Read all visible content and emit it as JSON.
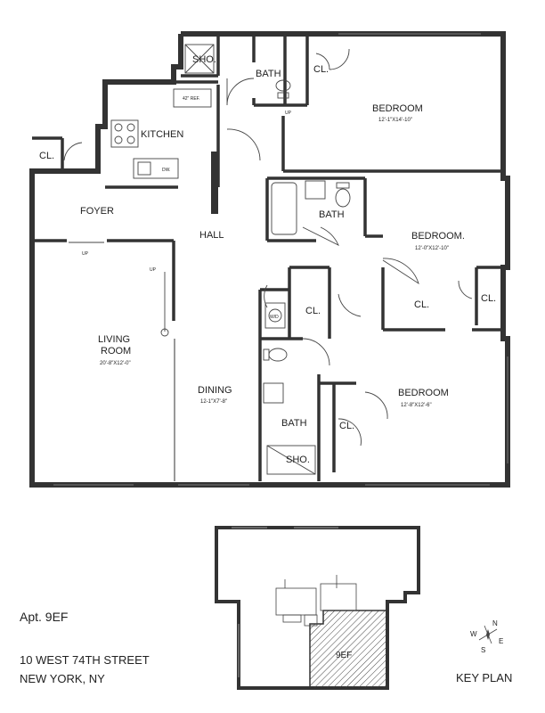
{
  "rooms": {
    "sho1": "SHO.",
    "bath1": "BATH",
    "cl1": "CL.",
    "bedroom1": "BEDROOM",
    "bedroom1_dim": "12'-1\"X14'-10\"",
    "ref": "42\" REF.",
    "kitchen": "KITCHEN",
    "dw": "DW.",
    "cl_foyer": "CL.",
    "foyer": "FOYER",
    "bath2": "BATH",
    "bedroom2": "BEDROOM.",
    "bedroom2_dim": "12'-0\"X12'-10\"",
    "hall": "HALL",
    "living": "LIVING",
    "room": "ROOM",
    "living_dim": "20'-8\"X12'-0\"",
    "wd": "W/D",
    "cl_wd": "CL.",
    "cl_b2a": "CL.",
    "cl_b2b": "CL.",
    "dining": "DINING",
    "dining_dim": "12-1\"X7'-8\"",
    "bedroom3": "BEDROOM",
    "bedroom3_dim": "12'-8\"X12'-6\"",
    "bath3": "BATH",
    "cl_b3": "CL.",
    "sho3": "SHO.",
    "up1": "UP",
    "up2": "UP",
    "up3": "UP"
  },
  "info": {
    "apt": "Apt. 9EF",
    "address1": "10 WEST 74TH STREET",
    "address2": "NEW YORK, NY",
    "key_plan": "KEY PLAN",
    "key_unit": "9EF"
  },
  "compass": {
    "n": "N",
    "s": "S",
    "e": "E",
    "w": "W"
  }
}
